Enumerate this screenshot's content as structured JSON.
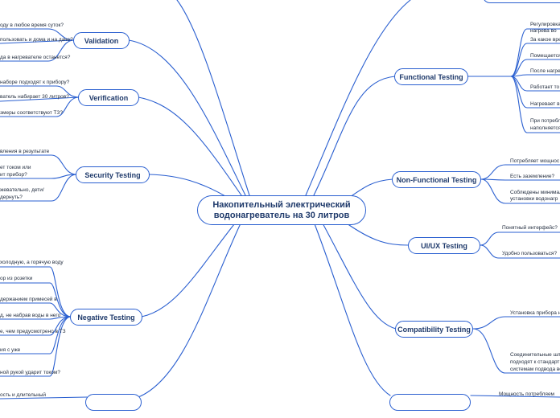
{
  "central": {
    "title": "Накопительный электрический водонагреватель на 30 литров"
  },
  "left": {
    "validation": {
      "label": "Validation",
      "leaves": [
        "оду в любое время суток?",
        "пользовать и дома и на даче?",
        "да в нагревателе останется?"
      ]
    },
    "verification": {
      "label": "Verification",
      "leaves": [
        "наборе подходят к прибору?",
        "ватель набирает 30 литров?",
        "змеры соответствуют ТЗ?"
      ]
    },
    "security": {
      "label": "Security Testing",
      "leaves": [
        "вления в результате",
        "ет током или",
        "ит прибор?",
        "жевательно, дети/",
        "дернуть?"
      ]
    },
    "negative": {
      "label": "Negative Testing",
      "leaves": [
        "холодную, а горячую воду",
        "ор из розетки",
        "держанием примесей в",
        "д, не набрав воды в него",
        "е, чем предусмотрено в ТЗ",
        "ия с уже",
        "ной рукой ударит током?"
      ]
    },
    "bottom": {
      "leaves": [
        "ость и длительный"
      ]
    }
  },
  "right": {
    "functional": {
      "label": "Functional Testing",
      "leaves": [
        "Регулировка",
        "нагрева во",
        "За какое врем",
        "Помещается",
        "После нагре",
        "Работает то",
        "Нагревает в",
        "При потребл",
        "наполняется"
      ]
    },
    "nonfunctional": {
      "label": "Non-Functional Testing",
      "leaves": [
        "Потребляет мощнос",
        "Есть заземление?",
        "Соблюдены минимал",
        "установки водонагр"
      ]
    },
    "uiux": {
      "label": "UI/UX Testing",
      "leaves": [
        "Понятный интерфейс?",
        "Удобно пользоваться?"
      ]
    },
    "compatibility": {
      "label": "Compatibility Testing",
      "leaves": [
        "Установка прибора н",
        "Соединительные шл",
        "подходят к стандарт",
        "системам подвода во"
      ]
    },
    "bottom": {
      "leaves": [
        "Мощность потребляем"
      ]
    }
  },
  "colors": {
    "line": "#2a5fd0",
    "node_text": "#1f3a6b",
    "leaf_text": "#1f2a3c"
  }
}
